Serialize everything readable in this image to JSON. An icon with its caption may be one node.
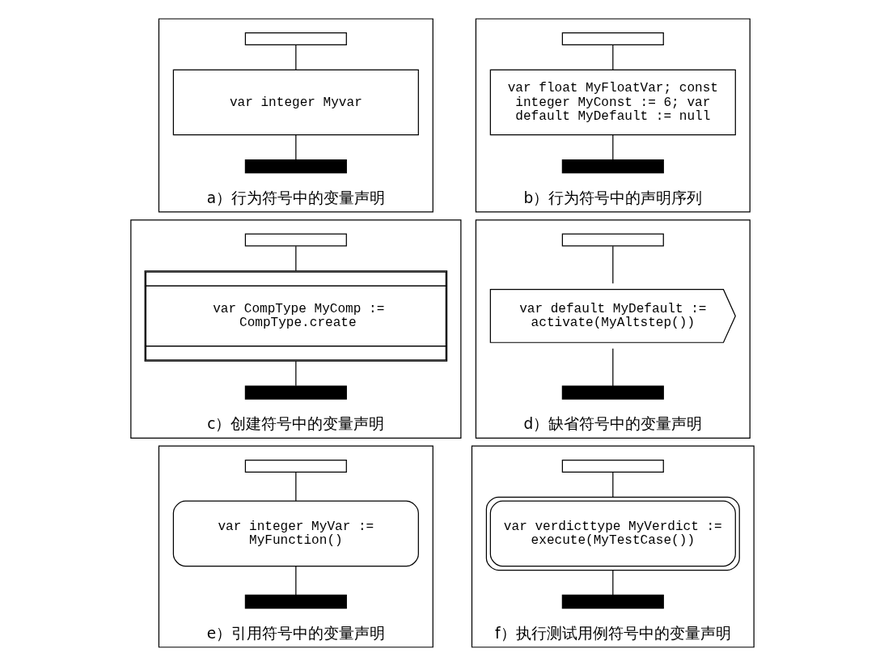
{
  "diagram": {
    "nodes": [
      {
        "text": [
          "a）行为符号中的变量声明"
        ]
      },
      {
        "text": [],
        "shape": "box",
        "in": 0
      },
      {
        "text": [
          "var integer Myvar"
        ],
        "in": 0
      },
      {
        "text": [],
        "shape": "bar",
        "in": 0
      },
      {
        "text": [
          "b）行为符号中的声明序列"
        ]
      },
      {
        "text": [],
        "shape": "box",
        "in": 4
      },
      {
        "text": [
          "var float MyFloatVar; const integer MyConst := 6; var default MyDefault := null"
        ],
        "in": 4
      },
      {
        "text": [],
        "shape": "bar",
        "in": 4
      },
      {
        "text": [
          "c）创建符号中的变量声明"
        ]
      },
      {
        "text": [],
        "shape": "box",
        "in": 8
      },
      {
        "text": [
          "var CompType MyComp := CompType.create"
        ],
        "in": 8
      },
      {
        "text": [],
        "shape": "bar",
        "in": 8
      },
      {
        "text": [
          "d）缺省符号中的变量声明"
        ]
      },
      {
        "text": [],
        "shape": "box",
        "in": 12
      },
      {
        "text": [
          "var default MyDefault := activate(MyAltstep())"
        ],
        "in": 12
      },
      {
        "text": [],
        "shape": "bar",
        "in": 12
      },
      {
        "text": [
          "e）引用符号中的变量声明"
        ]
      },
      {
        "text": [],
        "shape": "box",
        "in": 16
      },
      {
        "text": [
          "var integer MyVar := MyFunction()"
        ],
        "in": 16
      },
      {
        "text": [],
        "shape": "bar",
        "in": 16
      },
      {
        "text": [
          "f）执行测试用例符号中的变量声明"
        ]
      },
      {
        "text": [],
        "shape": "box",
        "in": 20
      },
      {
        "text": [
          "var verdicttype MyVerdict := execute(MyTestCase())"
        ],
        "in": 20
      },
      {
        "text": [],
        "shape": "bar",
        "in": 20
      }
    ],
    "edges": [
      {
        "from": 1,
        "to": 2,
        "arrow": "none"
      },
      {
        "from": 2,
        "to": 3,
        "arrow": "none"
      },
      {
        "from": 5,
        "to": 6,
        "arrow": "none"
      },
      {
        "from": 6,
        "to": 7,
        "arrow": "none"
      },
      {
        "from": 9,
        "to": 10,
        "arrow": "none"
      },
      {
        "from": 10,
        "to": 11,
        "arrow": "none"
      },
      {
        "from": 13,
        "to": 14,
        "arrow": "none"
      },
      {
        "from": 14,
        "to": 15,
        "arrow": "none"
      },
      {
        "from": 17,
        "to": 18,
        "arrow": "none"
      },
      {
        "from": 18,
        "to": 19,
        "arrow": "none"
      },
      {
        "from": 21,
        "to": 22,
        "arrow": "none"
      },
      {
        "from": 22,
        "to": 23,
        "arrow": "none"
      }
    ]
  }
}
